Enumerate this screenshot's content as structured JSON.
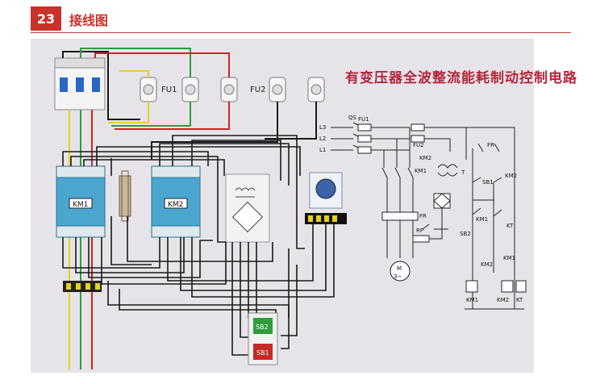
{
  "header": {
    "number": "23",
    "title": "接线图"
  },
  "diagram": {
    "title": "有变压器全波整流能耗制动控制电路",
    "photo_labels": {
      "fu1": "FU1",
      "fu2": "FU2",
      "km1": "KM1",
      "km2": "KM2",
      "sb2": "SB2",
      "sb1": "SB1"
    },
    "schematic_labels": {
      "l3": "L3",
      "l2": "L2",
      "l1": "L1",
      "qs": "QS",
      "fu1": "FU1",
      "fu2": "FU2",
      "km1_main": "KM1",
      "km2_main": "KM2",
      "transformer": "T",
      "fr_main": "FR",
      "rp": "RP",
      "motor": "M",
      "motor_phase": "3~",
      "fr_ctrl": "FR",
      "sb1": "SB1",
      "km2_nc": "KM2",
      "sb2": "SB2",
      "km1_hold": "KM1",
      "kt_contact": "KT",
      "km2_il": "KM2",
      "km1_il": "KM1",
      "coil_km1": "KM1",
      "coil_km2": "KM2",
      "coil_kt": "KT"
    }
  },
  "colors": {
    "accent": "#c8322b",
    "panel": "#e7e4e9",
    "wire": "#1a1a1a",
    "wire_red": "#c62828",
    "wire_green": "#2e9d3a",
    "wire_yellow": "#e6d21e",
    "contactor": "#4aa6cf"
  }
}
